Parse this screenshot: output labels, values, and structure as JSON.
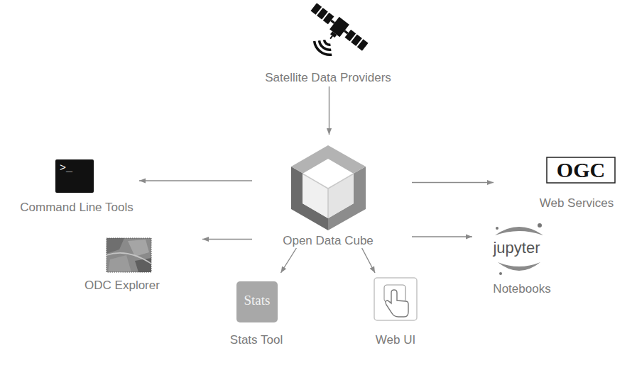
{
  "diagram": {
    "nodes": [
      {
        "text": [
          "Satellite Data Providers"
        ]
      },
      {
        "text": [
          ">_",
          "Command Line Tools"
        ]
      },
      {
        "text": [
          "Open Data Cube"
        ]
      },
      {
        "text": [
          "OGC",
          "Web Services"
        ]
      },
      {
        "text": [
          "ODC Explorer"
        ]
      },
      {
        "text": [
          "jupyter",
          "Notebooks"
        ]
      },
      {
        "text": [
          "Stats",
          "Stats Tool"
        ]
      },
      {
        "text": [
          "Web UI"
        ]
      }
    ],
    "edges": [
      {
        "from": 0,
        "to": 2,
        "arrow": "to"
      },
      {
        "from": 2,
        "to": 1,
        "arrow": "to"
      },
      {
        "from": 2,
        "to": 3,
        "arrow": "to"
      },
      {
        "from": 2,
        "to": 4,
        "arrow": "to"
      },
      {
        "from": 2,
        "to": 5,
        "arrow": "to"
      },
      {
        "from": 2,
        "to": 6,
        "arrow": "to"
      },
      {
        "from": 2,
        "to": 7,
        "arrow": "to"
      }
    ]
  }
}
